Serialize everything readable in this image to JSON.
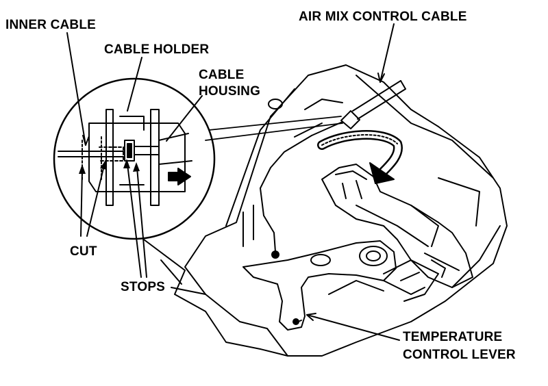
{
  "labels": {
    "inner_cable": "INNER CABLE",
    "air_mix_control_cable": "AIR MIX CONTROL CABLE",
    "cable_holder": "CABLE HOLDER",
    "cable_housing_line1": "CABLE",
    "cable_housing_line2": "HOUSING",
    "cut": "CUT",
    "stops": "STOPS",
    "temperature_line1": "TEMPERATURE",
    "temperature_line2": "CONTROL LEVER"
  },
  "colors": {
    "ink": "#000000",
    "paper": "#ffffff"
  }
}
